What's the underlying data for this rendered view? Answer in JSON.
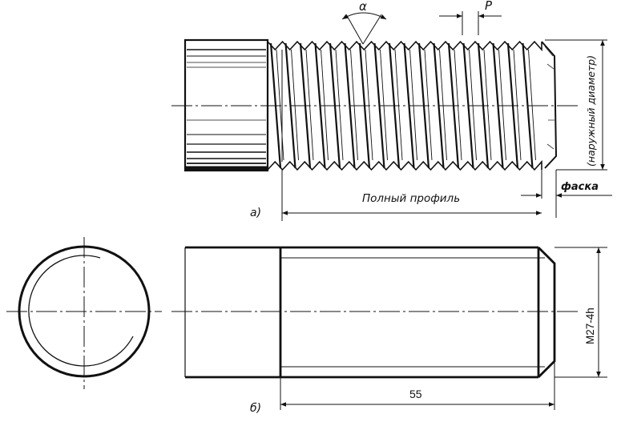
{
  "labels": {
    "angle": "α",
    "pitch": "P",
    "outer_diameter": "(наружный диаметр)",
    "chamfer": "фаска",
    "full_profile": "Полный профиль",
    "view_a": "а)",
    "view_b": "б)",
    "thread_designation": "М27-4h",
    "thread_length": "55"
  },
  "colors": {
    "ink": "#111111",
    "paper": "#ffffff"
  }
}
